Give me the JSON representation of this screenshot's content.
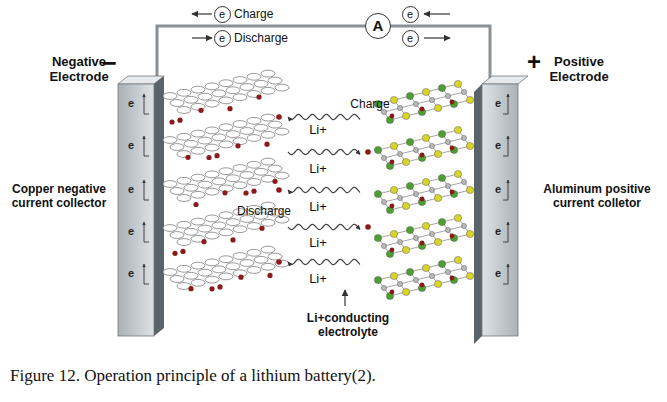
{
  "diagram": {
    "caption": "Figure 12. Operation principle of a lithium battery(2).",
    "nodes": [
      {
        "text": [
          "e"
        ]
      },
      {
        "text": [
          "A"
        ]
      },
      {
        "text": [
          "e"
        ]
      },
      {
        "text": [
          "e"
        ]
      },
      {
        "text": [
          "e"
        ]
      },
      {
        "text": [
          "e",
          "e",
          "e",
          "e",
          "e"
        ]
      },
      {
        "text": [
          "e",
          "e",
          "e",
          "e",
          "e"
        ]
      }
    ],
    "labels": [
      "Charge",
      "Discharge",
      "Negative Electrode",
      "−",
      "Positive Electrode",
      "+",
      "Charge",
      "Li+",
      "Li+",
      "Copper negative current collector",
      "Aluminum positive current colletor",
      "Li+",
      "Discharge",
      "Li+",
      "Li+",
      "Li+conducting electrolyte"
    ]
  }
}
